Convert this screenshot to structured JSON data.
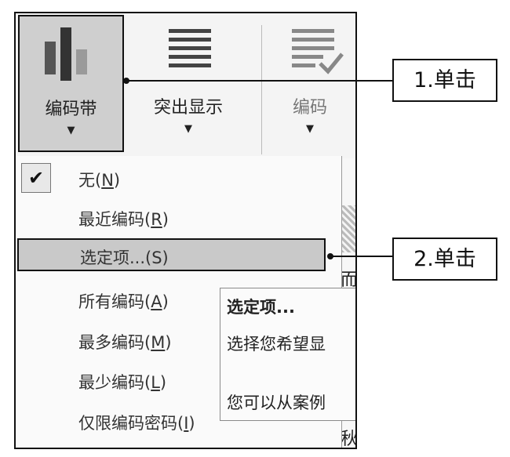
{
  "ribbon": {
    "buttons": [
      {
        "label": "编码带",
        "arrow": "▼"
      },
      {
        "label": "突出显示",
        "arrow": "▼"
      },
      {
        "label": "编码",
        "arrow": "▼"
      }
    ]
  },
  "background": {
    "char_1": "而",
    "char_2": "秋"
  },
  "menu": {
    "check_mark": "✔",
    "items": [
      {
        "text": "无(",
        "key": "N",
        "tail": ")"
      },
      {
        "text": "最近编码(",
        "key": "R",
        "tail": ")"
      },
      {
        "text": "选定项...(S)",
        "key": "",
        "tail": ""
      },
      {
        "text": "所有编码(",
        "key": "A",
        "tail": ")"
      },
      {
        "text": "最多编码(",
        "key": "M",
        "tail": ")"
      },
      {
        "text": "最少编码(",
        "key": "L",
        "tail": ")"
      },
      {
        "text": "仅限编码密码(",
        "key": "I",
        "tail": ")"
      }
    ]
  },
  "tooltip": {
    "title": "选定项...",
    "line1": "选择您希望显",
    "line2": "您可以从案例"
  },
  "callouts": {
    "step1": "1.单击",
    "step2": "2.单击"
  },
  "colors": {
    "selected_bg": "#c9c9c9",
    "border": "#111111",
    "disabled_text": "#777777"
  }
}
